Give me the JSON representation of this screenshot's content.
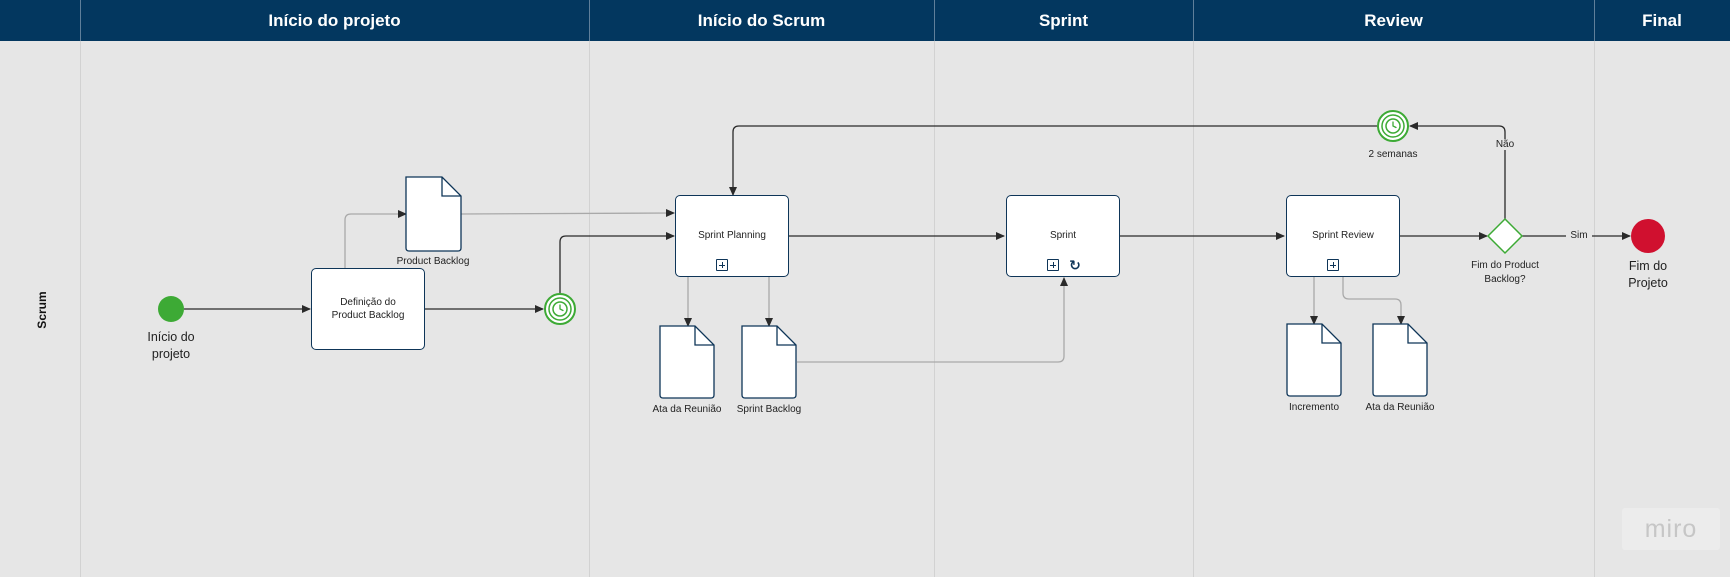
{
  "phases": [
    {
      "title": "Início do projeto"
    },
    {
      "title": "Início do Scrum"
    },
    {
      "title": "Sprint"
    },
    {
      "title": "Review"
    },
    {
      "title": "Final"
    }
  ],
  "lane": {
    "label": "Scrum"
  },
  "start_event": {
    "label": "Início do projeto"
  },
  "tasks": {
    "definicao": "Definição do Product Backlog",
    "planning": "Sprint Planning",
    "sprint": "Sprint",
    "review": "Sprint Review"
  },
  "documents": {
    "product_backlog": "Product Backlog",
    "ata_planning": "Ata da Reunião",
    "sprint_backlog": "Sprint Backlog",
    "incremento": "Incremento",
    "ata_review": "Ata da Reunião"
  },
  "timer_two_weeks": {
    "label": "2 semanas"
  },
  "gateway": {
    "label": "Fim do Product Backlog?",
    "yes": "Sim",
    "no": "Não"
  },
  "end_event": {
    "label": "Fim do Projeto"
  },
  "watermark": "miro",
  "colors": {
    "header": "#03375f",
    "canvas": "#e6e6e6",
    "start_event": "#3daa35",
    "end_event": "#d0102f",
    "timer": "#3daa35",
    "gateway": "#3daa35",
    "task_border": "#0e3558",
    "flow": "#2a2a2a",
    "association": "#a9a9a9"
  }
}
